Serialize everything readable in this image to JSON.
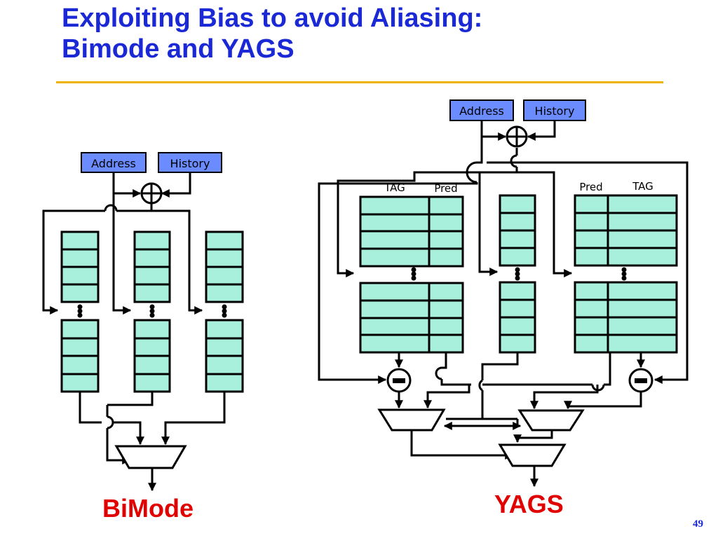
{
  "title": {
    "line1": "Exploiting Bias to avoid Aliasing:",
    "line2": "Bimode and YAGS"
  },
  "bimode": {
    "caption": "BiMode",
    "address_label": "Address",
    "history_label": "History"
  },
  "yags": {
    "caption": "YAGS",
    "address_label": "Address",
    "history_label": "History",
    "left_table": {
      "col1": "TAG",
      "col2": "Pred"
    },
    "right_table": {
      "col1": "Pred",
      "col2": "TAG"
    }
  },
  "slide_number": "49",
  "colors": {
    "title": "#1a28d6",
    "rule": "#f0b400",
    "input_box": "#6a8cff",
    "table_cell": "#a8f0dc",
    "caption": "#e00000"
  }
}
